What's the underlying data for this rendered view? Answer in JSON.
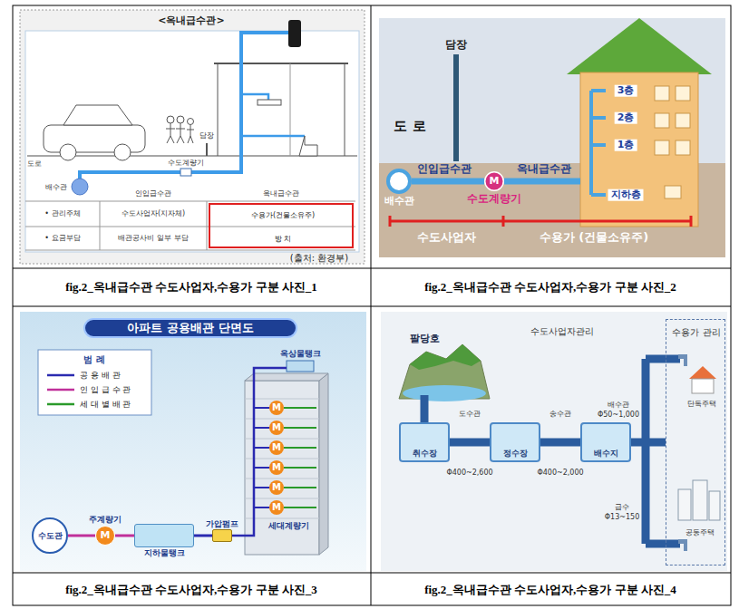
{
  "diagram": {
    "nodes": [
      {
        "text": [
          "수용가(건물소유주)",
          "방 치"
        ]
      },
      {
        "text": [
          "배수관"
        ]
      },
      {
        "text": [
          "M",
          "수도계량기"
        ]
      },
      {
        "text": [
          "3층",
          "2층",
          "1층",
          "지하층"
        ]
      },
      {
        "text": [
          "아파트 공용배관 단면도"
        ]
      },
      {
        "text": [
          "수도관"
        ]
      },
      {
        "text": [
          "주계량기",
          "M"
        ]
      },
      {
        "text": [
          "지하물탱크"
        ]
      },
      {
        "text": [
          "가압펌프"
        ]
      },
      {
        "text": [
          "취수장"
        ]
      },
      {
        "text": [
          "정수장"
        ]
      },
      {
        "text": [
          "배수지"
        ]
      },
      {
        "text": [
          "수용가 관리"
        ]
      }
    ],
    "edges": [
      {
        "from": 1,
        "to": 2,
        "arrow": "none"
      },
      {
        "from": 2,
        "to": 3,
        "arrow": "none"
      },
      {
        "from": 5,
        "to": 6,
        "arrow": "none"
      },
      {
        "from": 6,
        "to": 7,
        "arrow": "none"
      },
      {
        "from": 7,
        "to": 8,
        "arrow": "none"
      },
      {
        "from": 9,
        "to": 10,
        "arrow": "none"
      },
      {
        "from": 10,
        "to": 11,
        "arrow": "none"
      },
      {
        "from": 11,
        "to": 12,
        "arrow": "none"
      }
    ],
    "labels": [
      "<옥내급수관>",
      "도로",
      "배수관",
      "담장",
      "수도계량기",
      "인입급수관",
      "옥내급수관",
      "• 관리주체",
      "• 요금부담",
      "수도사업자(지자체)",
      "배관공사비 일부 부담",
      "(출처: 환경부)",
      "fig.2_옥내급수관 수도사업자,수용가 구분 사진_1",
      "담장",
      "도 로",
      "인입급수관",
      "옥내급수관",
      "수도사업자",
      "수용가 (건물소유주)",
      "fig.2_옥내급수관 수도사업자,수용가 구분 사진_2",
      "범 례",
      "옥상물탱크",
      "세대계량기",
      "M",
      "M",
      "M",
      "M",
      "M",
      "M",
      "fig.2_옥내급수관 수도사업자,수용가 구분 사진_3",
      "팔당호",
      "수도사업자관리",
      "도수관",
      "Φ400~2,600",
      "송수관",
      "Φ400~2,000",
      "배수관",
      "Φ50~1,000",
      "급수",
      "Φ13~150",
      "단독주택",
      "공동주택",
      "fig.2_옥내급수관 수도사업자,수용가 구분 사진_4"
    ],
    "legend": [
      {
        "text": "공 용 배 관"
      },
      {
        "text": "인 입 급 수 관"
      },
      {
        "text": "세 대 별 배 관"
      }
    ]
  }
}
